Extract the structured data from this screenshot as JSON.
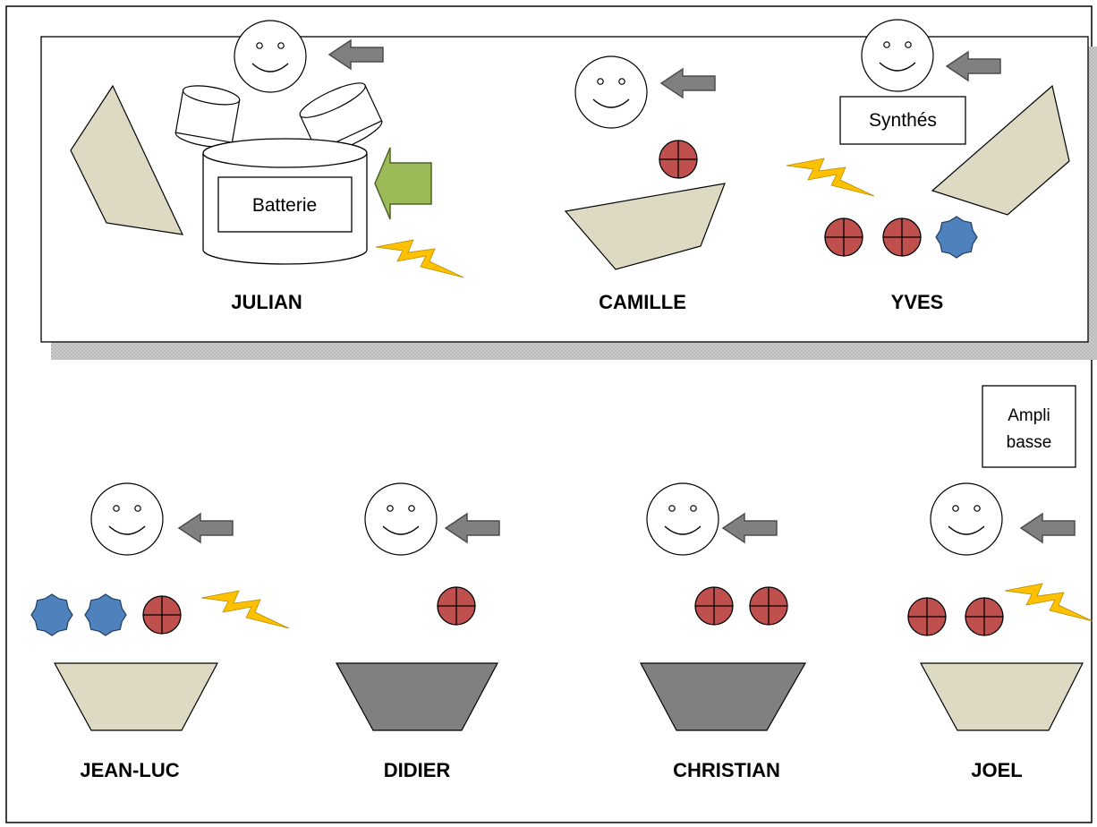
{
  "stage": {
    "top_musicians": [
      {
        "name": "JULIAN"
      },
      {
        "name": "CAMILLE"
      },
      {
        "name": "YVES"
      }
    ],
    "bottom_musicians": [
      {
        "name": "JEAN-LUC"
      },
      {
        "name": "DIDIER"
      },
      {
        "name": "CHRISTIAN"
      },
      {
        "name": "JOEL"
      }
    ],
    "equipment": {
      "drums_label": "Batterie",
      "synth_label": "Synthés",
      "bass_amp_line1": "Ampli",
      "bass_amp_line2": "basse"
    },
    "colors": {
      "wedge": "#ddd9c3",
      "wedge_dark": "#808080",
      "arrow": "#808080",
      "arrow_green": "#9bbb59",
      "socket_red": "#c0504d",
      "xlr_blue": "#4f81bd",
      "lightning": "#ffc000"
    }
  }
}
